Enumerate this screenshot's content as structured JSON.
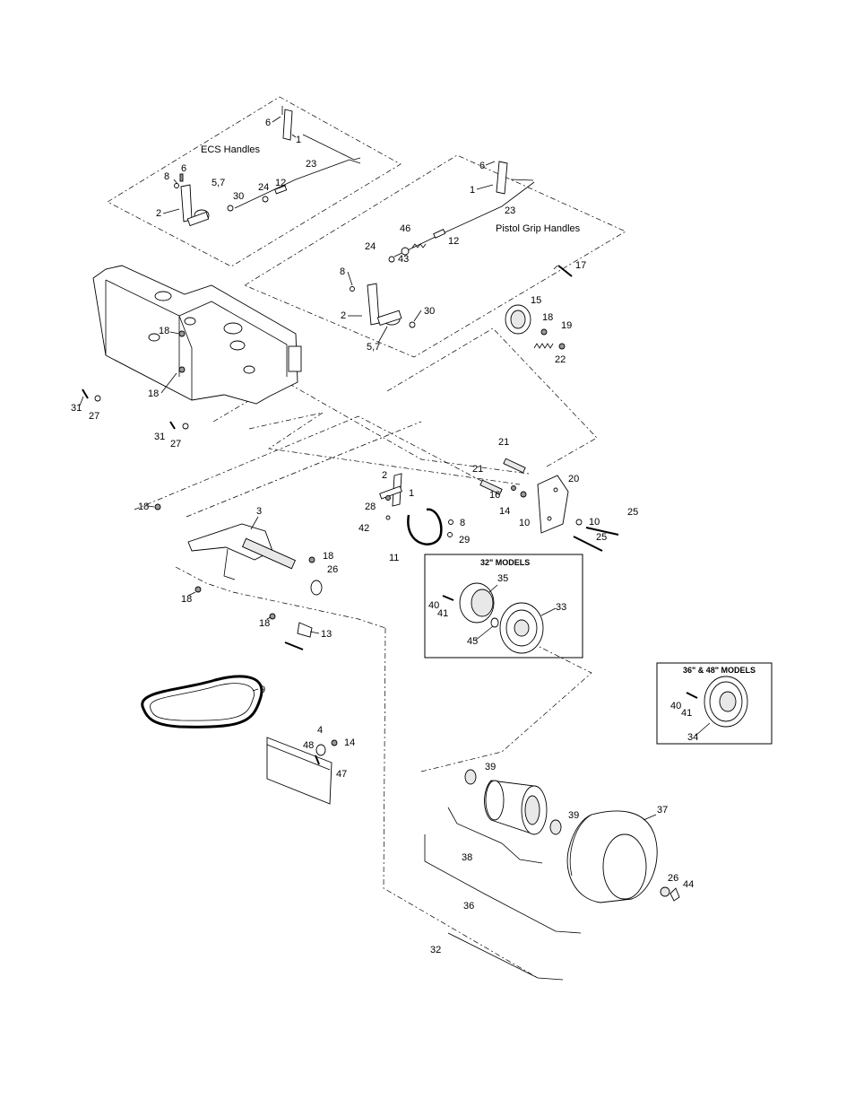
{
  "groups": {
    "ecs": "ECS Handles",
    "pistol": "Pistol Grip Handles"
  },
  "boxes": {
    "models32": "32\" MODELS",
    "models3648": "36\" & 48\" MODELS"
  },
  "callouts": {
    "ecs_6a": "6",
    "ecs_1": "1",
    "ecs_8": "8",
    "ecs_6b": "6",
    "ecs_57": "5,7",
    "ecs_30": "30",
    "ecs_24": "24",
    "ecs_12": "12",
    "ecs_23": "23",
    "ecs_2": "2",
    "pg_6": "6",
    "pg_1": "1",
    "pg_23": "23",
    "pg_46": "46",
    "pg_24": "24",
    "pg_43": "43",
    "pg_12": "12",
    "pg_8": "8",
    "pg_2": "2",
    "pg_30": "30",
    "pg_57": "5,7",
    "pg_17": "17",
    "pg_15": "15",
    "pg_18": "18",
    "pg_19": "19",
    "pg_22": "22",
    "fr_18a": "18",
    "fr_18b": "18",
    "fr_31a": "31",
    "fr_27a": "27",
    "fr_31b": "31",
    "fr_27b": "27",
    "ax_21a": "21",
    "ax_21b": "21",
    "ax_16": "16",
    "ax_20": "20",
    "ax_14": "14",
    "ax_10a": "10",
    "ax_10b": "10",
    "ax_25a": "25",
    "ax_25b": "25",
    "br_2": "2",
    "br_1": "1",
    "br_28": "28",
    "br_8": "8",
    "br_42": "42",
    "br_29": "29",
    "br_11": "11",
    "lv_18a": "18",
    "lv_3": "3",
    "lv_18b": "18",
    "lv_26": "26",
    "lv_18c": "18",
    "lv_18d": "18",
    "lv_13": "13",
    "m32_35": "35",
    "m32_40": "40",
    "m32_41": "41",
    "m32_33": "33",
    "m32_45": "45",
    "m36_40": "40",
    "m36_41": "41",
    "m36_34": "34",
    "bt_9": "9",
    "sc_4": "4",
    "sc_48": "48",
    "sc_14": "14",
    "sc_47": "47",
    "wh_39a": "39",
    "wh_39b": "39",
    "wh_37": "37",
    "wh_38": "38",
    "wh_36": "36",
    "wh_26": "26",
    "wh_44": "44",
    "wh_32": "32"
  }
}
